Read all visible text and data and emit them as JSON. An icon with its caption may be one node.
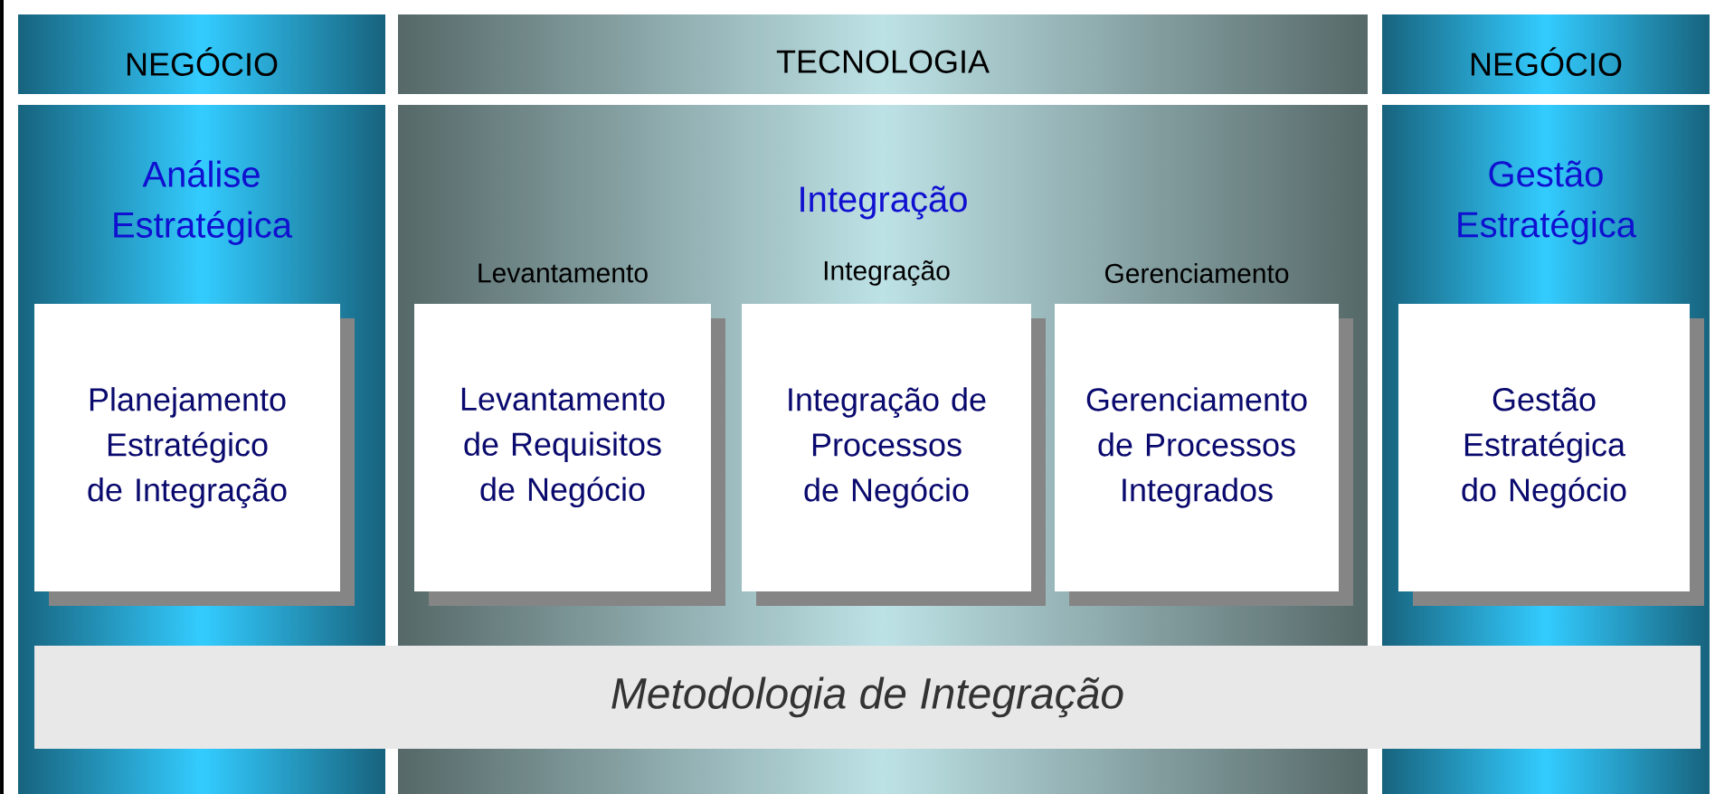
{
  "diagram": {
    "nodes": [
      {
        "text": [
          "NEGÓCIO"
        ]
      },
      {
        "text": [
          "TECNOLOGIA"
        ]
      },
      {
        "text": [
          "NEGÓCIO"
        ]
      },
      {
        "text": [
          "Análise Estratégica"
        ]
      },
      {
        "text": [
          "Planejamento Estratégico de Integração"
        ],
        "in": 3
      },
      {
        "text": [
          "Integração"
        ]
      },
      {
        "text": [
          "Levantamento",
          "Levantamento de Requisitos de Negócio"
        ],
        "in": 5
      },
      {
        "text": [
          "Integração",
          "Integração de Processos de Negócio"
        ],
        "in": 5
      },
      {
        "text": [
          "Gerenciamento",
          "Gerenciamento de Processos Integrados"
        ],
        "in": 5
      },
      {
        "text": [
          "Gestão Estratégica"
        ]
      },
      {
        "text": [
          "Gestão Estratégica do Negócio"
        ],
        "in": 9
      },
      {
        "text": [
          "Metodologia de Integração"
        ]
      }
    ]
  }
}
